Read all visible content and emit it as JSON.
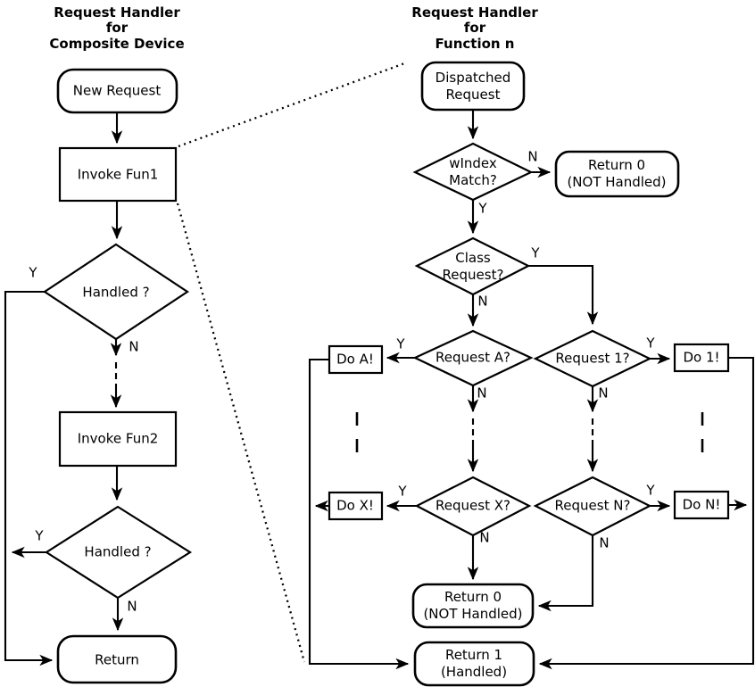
{
  "colors": {
    "ink": "#000000",
    "paper": "#ffffff"
  },
  "branch": {
    "yes": "Y",
    "no": "N"
  },
  "left": {
    "title": "Request Handler\nfor\nComposite Device",
    "new_request": "New Request",
    "invoke_fun1": "Invoke Fun1",
    "handled_1": "Handled ?",
    "invoke_fun2": "Invoke Fun2",
    "handled_2": "Handled ?",
    "return": "Return"
  },
  "right": {
    "title": "Request Handler\nfor\nFunction n",
    "dispatched": "Dispatched\nRequest",
    "windex": "wIndex\nMatch?",
    "return0_top": "Return 0\n(NOT Handled)",
    "class_request": "Class\nRequest?",
    "request_a": "Request A?",
    "do_a": "Do A!",
    "request_x": "Request X?",
    "do_x": "Do X!",
    "request_1": "Request 1?",
    "do_1": "Do 1!",
    "request_n": "Request N?",
    "do_n": "Do N!",
    "return0_bottom": "Return 0\n(NOT Handled)",
    "return1": "Return 1\n(Handled)"
  }
}
